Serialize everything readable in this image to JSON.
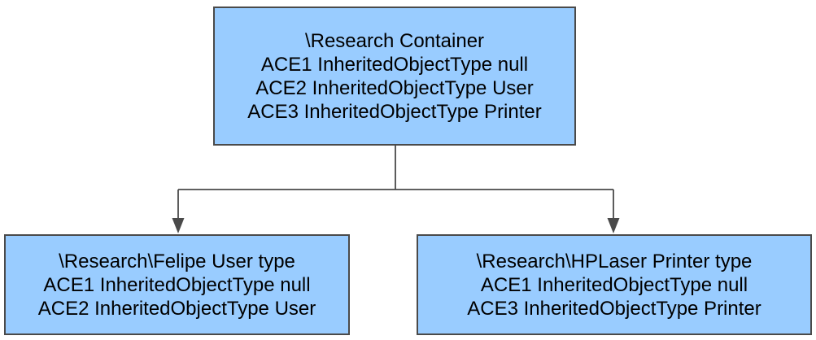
{
  "diagram": {
    "colors": {
      "box_fill": "#99ccff",
      "box_border": "#4a4a4a",
      "line_color": "#4a4a4a",
      "text_color": "#000000"
    },
    "nodes": {
      "root": {
        "lines": [
          "\\Research Container",
          "ACE1 InheritedObjectType null",
          "ACE2 InheritedObjectType User",
          "ACE3 InheritedObjectType Printer"
        ]
      },
      "felipe": {
        "lines": [
          "\\Research\\Felipe User type",
          "ACE1 InheritedObjectType null",
          "ACE2 InheritedObjectType User"
        ]
      },
      "hplaser": {
        "lines": [
          "\\Research\\HPLaser Printer type",
          "ACE1 InheritedObjectType null",
          "ACE3 InheritedObjectType Printer"
        ]
      }
    }
  }
}
